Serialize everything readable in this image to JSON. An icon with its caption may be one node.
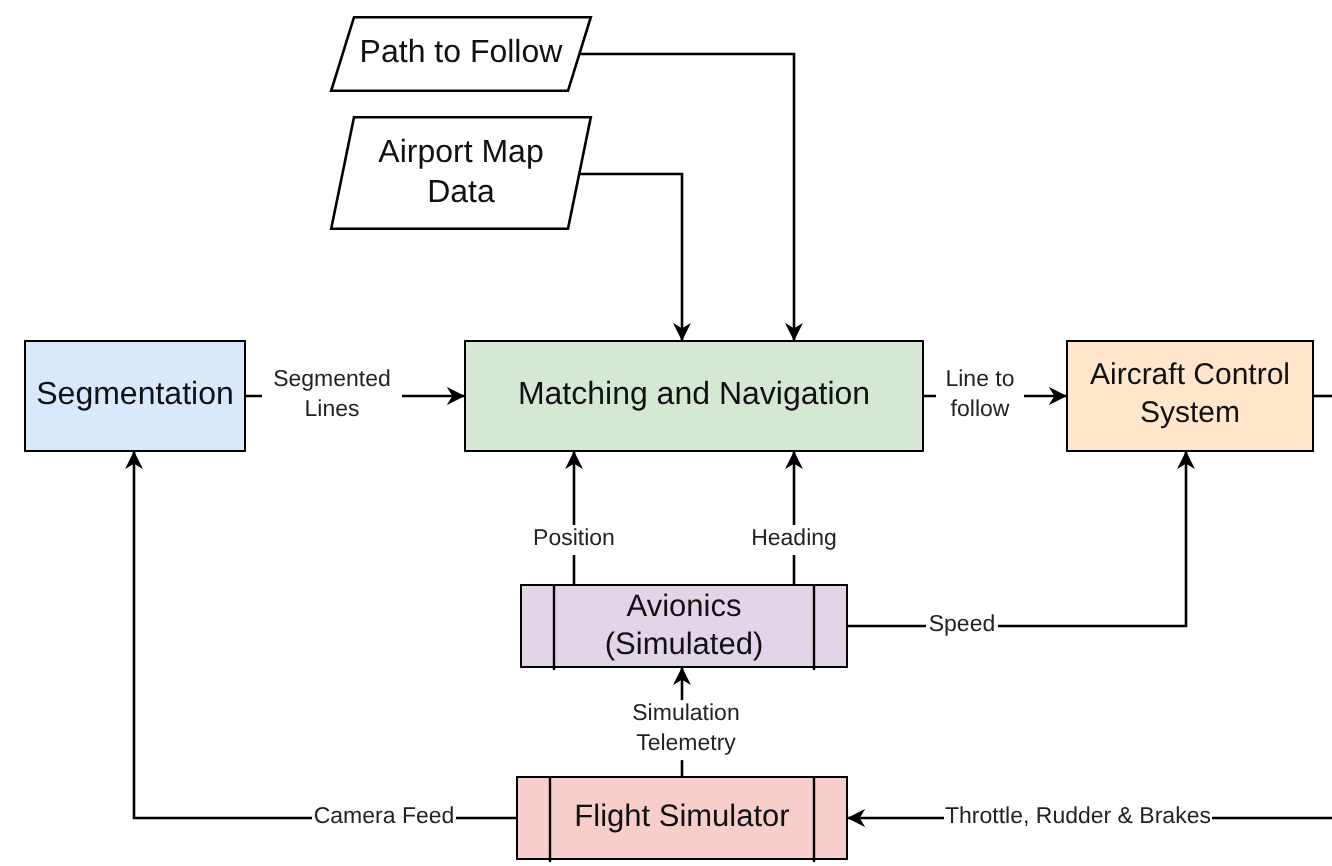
{
  "diagram": {
    "nodes": [
      {
        "text": [
          "Path to Follow"
        ]
      },
      {
        "text": [
          "Airport Map Data"
        ]
      },
      {
        "text": [
          "Segmentation"
        ]
      },
      {
        "text": [
          "Matching and Navigation"
        ]
      },
      {
        "text": [
          "Aircraft Control System"
        ]
      },
      {
        "text": [
          "Avionics (Simulated)"
        ]
      },
      {
        "text": [
          "Flight Simulator"
        ]
      }
    ],
    "edges": [
      {
        "from": 0,
        "to": 3,
        "arrow": "to"
      },
      {
        "from": 1,
        "to": 3,
        "arrow": "to"
      },
      {
        "from": 2,
        "to": 3,
        "arrow": "to",
        "label": "Segmented Lines"
      },
      {
        "from": 3,
        "to": 4,
        "arrow": "to",
        "label": "Line to follow"
      },
      {
        "from": 5,
        "to": 3,
        "arrow": "to",
        "label": "Position"
      },
      {
        "from": 5,
        "to": 3,
        "arrow": "to",
        "label": "Heading"
      },
      {
        "from": 5,
        "to": 4,
        "arrow": "to",
        "label": "Speed"
      },
      {
        "from": 6,
        "to": 5,
        "arrow": "to",
        "label": "Simulation Telemetry"
      },
      {
        "from": 6,
        "to": 2,
        "arrow": "to",
        "label": "Camera Feed"
      },
      {
        "from": 4,
        "to": null,
        "arrow": "none"
      },
      {
        "from": null,
        "to": 6,
        "arrow": "to",
        "label": "Throttle, Rudder & Brakes"
      }
    ]
  }
}
